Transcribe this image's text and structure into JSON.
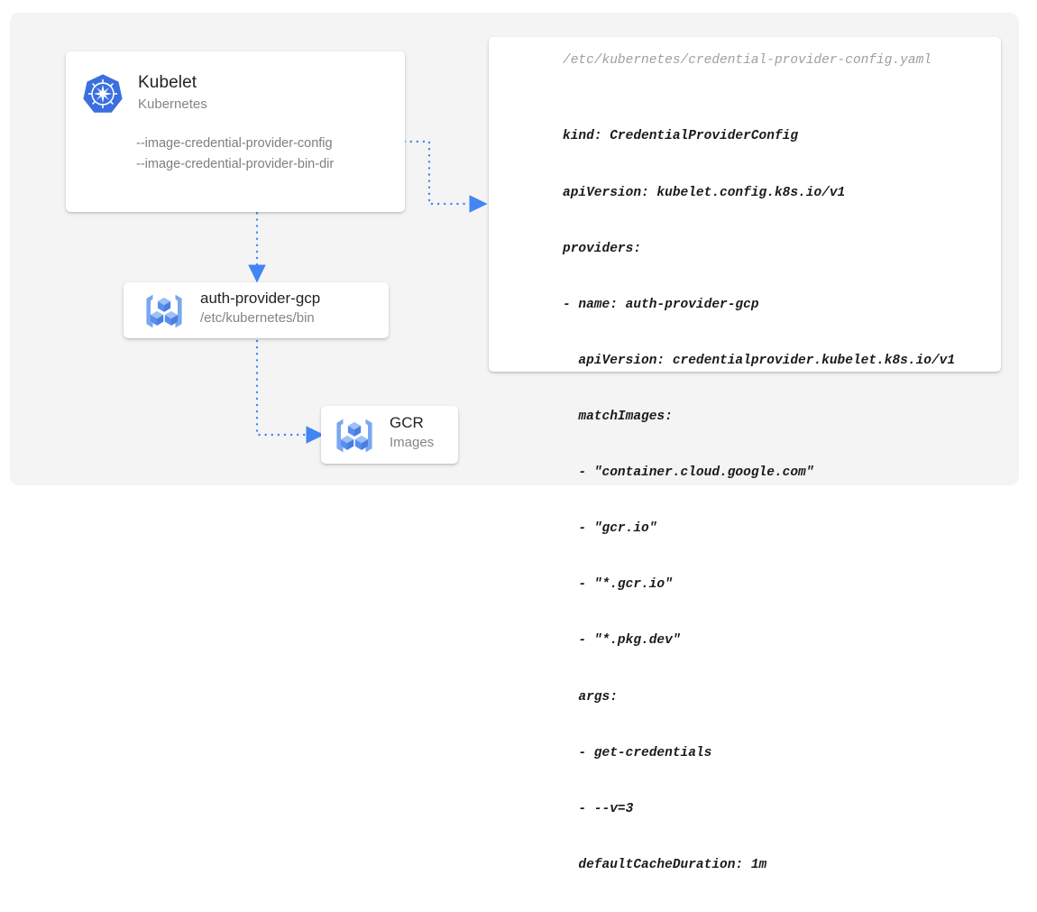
{
  "canvas": {
    "background": "#f4f4f4",
    "accent": "#4285f4"
  },
  "kubelet": {
    "icon": "kubernetes-icon",
    "title": "Kubelet",
    "subtitle": "Kubernetes",
    "flags": [
      "--image-credential-provider-config",
      "--image-credential-provider-bin-dir"
    ]
  },
  "auth_provider": {
    "icon": "container-registry-icon",
    "title": "auth-provider-gcp",
    "subtitle": "/etc/kubernetes/bin"
  },
  "gcr": {
    "icon": "container-registry-icon",
    "title": "GCR",
    "subtitle": "Images"
  },
  "yaml": {
    "path": "/etc/kubernetes/credential-provider-config.yaml",
    "lines": [
      "kind: CredentialProviderConfig",
      "apiVersion: kubelet.config.k8s.io/v1",
      "providers:",
      "- name: auth-provider-gcp",
      "  apiVersion: credentialprovider.kubelet.k8s.io/v1",
      "  matchImages:",
      "  - \"container.cloud.google.com\"",
      "  - \"gcr.io\"",
      "  - \"*.gcr.io\"",
      "  - \"*.pkg.dev\"",
      "  args:",
      "  - get-credentials",
      "  - --v=3",
      "  defaultCacheDuration: 1m"
    ]
  },
  "connectors": [
    {
      "name": "kubelet-to-config",
      "style": "dotted",
      "arrow": "right"
    },
    {
      "name": "kubelet-to-auth-provider",
      "style": "dotted",
      "arrow": "down"
    },
    {
      "name": "auth-provider-to-gcr",
      "style": "dotted",
      "arrow": "right"
    }
  ]
}
